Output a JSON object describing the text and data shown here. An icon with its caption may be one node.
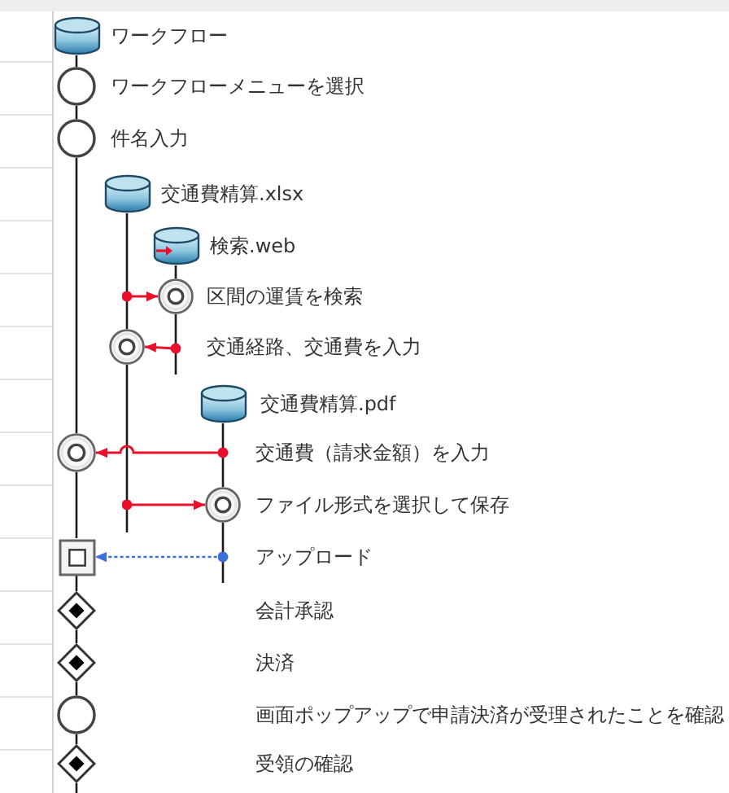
{
  "diagram": {
    "nodes": [
      {
        "text": [],
        "shape": "cylinder",
        "beside": [
          "ワークフロー"
        ]
      },
      {
        "text": [],
        "shape": "circle",
        "beside": [
          "ワークフローメニューを選択"
        ]
      },
      {
        "text": [],
        "shape": "circle",
        "beside": [
          "件名入力"
        ]
      },
      {
        "text": [],
        "shape": "cylinder",
        "beside": [
          "交通費精算.xlsx"
        ]
      },
      {
        "text": [],
        "shape": "cylinder",
        "beside": [
          "検索.web"
        ]
      },
      {
        "text": [],
        "shape": "ring",
        "beside": [
          "区間の運賃を検索"
        ]
      },
      {
        "text": [],
        "shape": "ring"
      },
      {
        "text": [],
        "shape": "cylinder",
        "beside": [
          "交通費精算.pdf"
        ]
      },
      {
        "text": [],
        "shape": "ring"
      },
      {
        "text": [],
        "shape": "ring",
        "beside": [
          "ファイル形式を選択して保存"
        ]
      },
      {
        "text": [],
        "shape": "box"
      },
      {
        "text": [],
        "shape": "diamond"
      },
      {
        "text": [],
        "shape": "diamond"
      },
      {
        "text": [],
        "shape": "circle"
      },
      {
        "text": [],
        "shape": "diamond"
      }
    ],
    "edges": [
      {
        "from": 0,
        "to": 1,
        "arrow": "none"
      },
      {
        "from": 1,
        "to": 2,
        "arrow": "none"
      },
      {
        "from": 2,
        "to": 8,
        "arrow": "none"
      },
      {
        "from": 8,
        "to": 10,
        "arrow": "none"
      },
      {
        "from": 10,
        "to": 11,
        "arrow": "none"
      },
      {
        "from": 11,
        "to": 12,
        "arrow": "none"
      },
      {
        "from": 12,
        "to": 13,
        "arrow": "none"
      },
      {
        "from": 13,
        "to": 14,
        "arrow": "none"
      },
      {
        "from": 14,
        "to": null,
        "arrow": "none"
      },
      {
        "from": 3,
        "to": 6,
        "arrow": "none"
      },
      {
        "from": 6,
        "to": null,
        "arrow": "none"
      },
      {
        "from": 4,
        "to": 5,
        "arrow": "none"
      },
      {
        "from": 5,
        "to": null,
        "arrow": "none"
      },
      {
        "from": 7,
        "to": 9,
        "arrow": "none"
      },
      {
        "from": 9,
        "to": null,
        "arrow": "none"
      },
      {
        "from": null,
        "to": 5,
        "arrow": "to",
        "color": "#e8102a"
      },
      {
        "from": null,
        "to": 6,
        "arrow": "to",
        "color": "#e8102a"
      },
      {
        "from": 7,
        "to": 8,
        "arrow": "to",
        "color": "#e8102a"
      },
      {
        "from": null,
        "to": 9,
        "arrow": "to",
        "color": "#e8102a"
      },
      {
        "from": 9,
        "to": 10,
        "arrow": "to",
        "style": "dashed",
        "color": "#3d6fd9"
      }
    ],
    "labels": [
      "交通経路、交通費を入力",
      "交通費（請求金額）を入力",
      "アップロード",
      "会計承認",
      "決済",
      "画面ポップアップで申請決済が受理されたことを確認",
      "受領の確認"
    ]
  }
}
